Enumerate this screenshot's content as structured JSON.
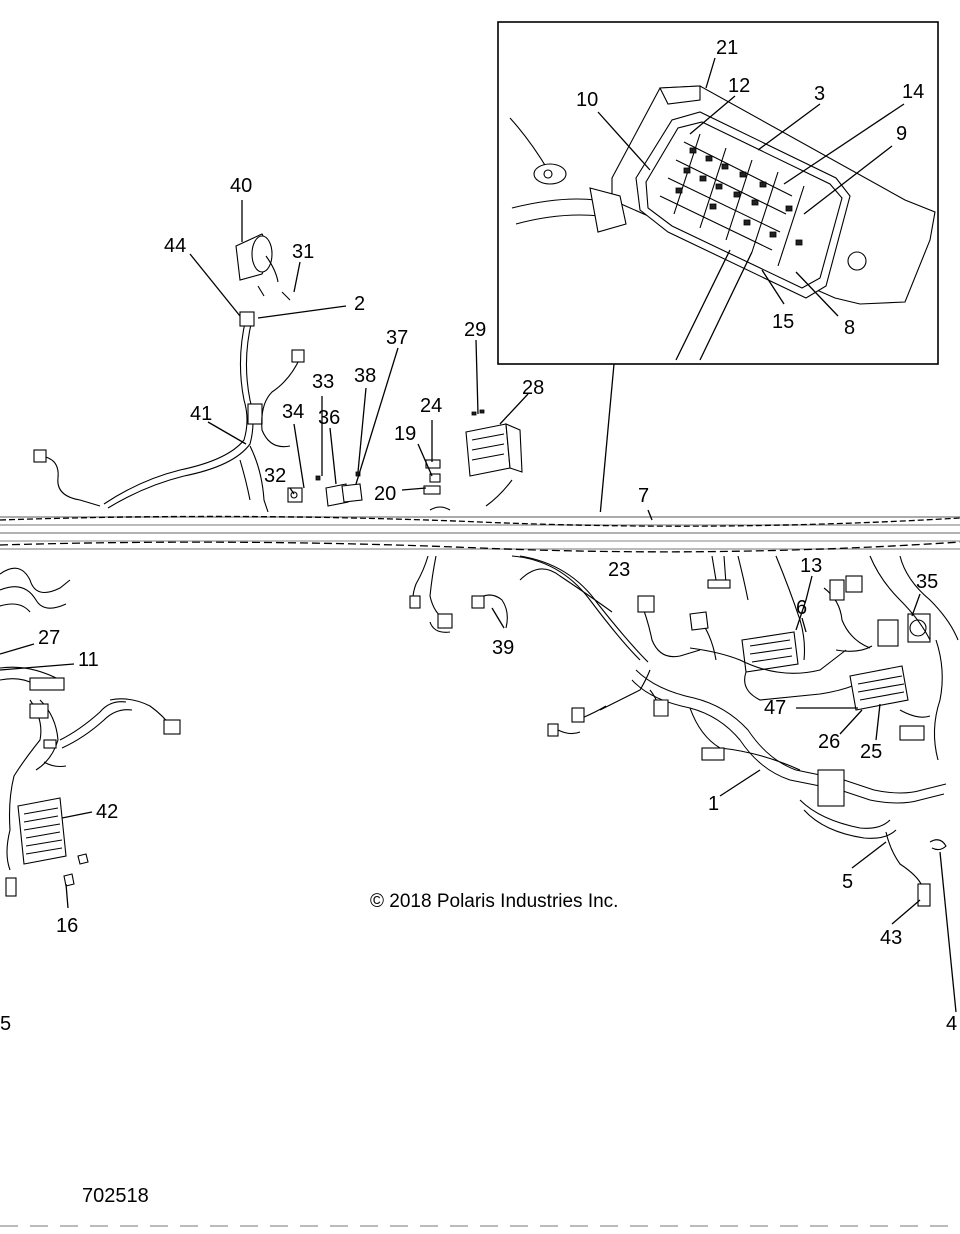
{
  "diagram": {
    "copyright": "© 2018 Polaris Industries Inc.",
    "figure_id": "702518",
    "callouts": [
      {
        "id": "c21",
        "text": "21"
      },
      {
        "id": "c12",
        "text": "12"
      },
      {
        "id": "c10",
        "text": "10"
      },
      {
        "id": "c3",
        "text": "3"
      },
      {
        "id": "c14",
        "text": "14"
      },
      {
        "id": "c9",
        "text": "9"
      },
      {
        "id": "c15",
        "text": "15"
      },
      {
        "id": "c8",
        "text": "8"
      },
      {
        "id": "c40",
        "text": "40"
      },
      {
        "id": "c44",
        "text": "44"
      },
      {
        "id": "c31",
        "text": "31"
      },
      {
        "id": "c2",
        "text": "2"
      },
      {
        "id": "c37",
        "text": "37"
      },
      {
        "id": "c29",
        "text": "29"
      },
      {
        "id": "c33",
        "text": "33"
      },
      {
        "id": "c38",
        "text": "38"
      },
      {
        "id": "c28",
        "text": "28"
      },
      {
        "id": "c41",
        "text": "41"
      },
      {
        "id": "c34",
        "text": "34"
      },
      {
        "id": "c36",
        "text": "36"
      },
      {
        "id": "c24",
        "text": "24"
      },
      {
        "id": "c19",
        "text": "19"
      },
      {
        "id": "c32",
        "text": "32"
      },
      {
        "id": "c20",
        "text": "20"
      },
      {
        "id": "c7",
        "text": "7"
      },
      {
        "id": "c23",
        "text": "23"
      },
      {
        "id": "c13",
        "text": "13"
      },
      {
        "id": "c35",
        "text": "35"
      },
      {
        "id": "c6",
        "text": "6"
      },
      {
        "id": "c27",
        "text": "27"
      },
      {
        "id": "c11",
        "text": "11"
      },
      {
        "id": "c39",
        "text": "39"
      },
      {
        "id": "c47",
        "text": "47"
      },
      {
        "id": "c26",
        "text": "26"
      },
      {
        "id": "c25",
        "text": "25"
      },
      {
        "id": "c42",
        "text": "42"
      },
      {
        "id": "c1",
        "text": "1"
      },
      {
        "id": "c5",
        "text": "5"
      },
      {
        "id": "c43",
        "text": "43"
      },
      {
        "id": "c16",
        "text": "16"
      },
      {
        "id": "c45l",
        "text": "5"
      },
      {
        "id": "c4r",
        "text": "4"
      }
    ]
  }
}
